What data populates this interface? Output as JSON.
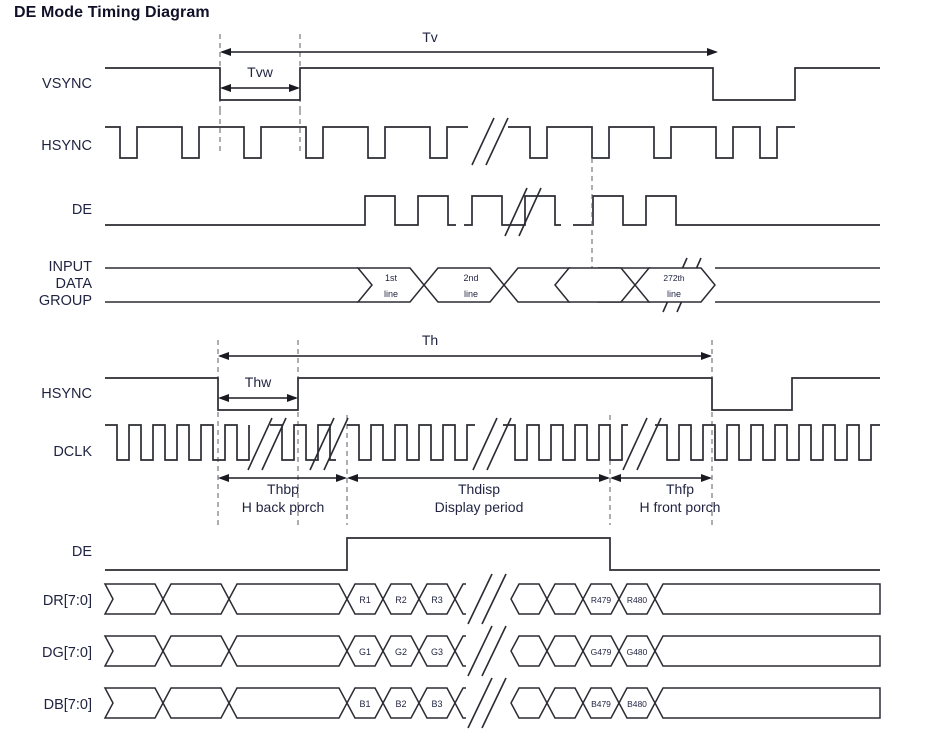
{
  "document": {
    "title": "DE Mode Timing Diagram"
  },
  "vertical_section": {
    "signals": [
      {
        "name": "VSYNC",
        "label": "VSYNC"
      },
      {
        "name": "HSYNC",
        "label": "HSYNC"
      },
      {
        "name": "DE",
        "label": "DE"
      },
      {
        "name": "INPUT_DATA_GROUP",
        "label_line1": "INPUT",
        "label_line2": "DATA",
        "label_line3": "GROUP"
      }
    ],
    "measurements": [
      {
        "name": "Tv",
        "label": "Tv"
      },
      {
        "name": "Tvw",
        "label": "Tvw"
      }
    ],
    "data_bus_labels": [
      {
        "line1": "1st",
        "line2": "line"
      },
      {
        "line1": "2nd",
        "line2": "line"
      },
      {
        "line1": "272th",
        "line2": "line"
      }
    ]
  },
  "horizontal_section": {
    "signals": [
      {
        "name": "HSYNC",
        "label": "HSYNC"
      },
      {
        "name": "DCLK",
        "label": "DCLK"
      },
      {
        "name": "DE",
        "label": "DE"
      },
      {
        "name": "DR",
        "label": "DR[7:0]"
      },
      {
        "name": "DG",
        "label": "DG[7:0]"
      },
      {
        "name": "DB",
        "label": "DB[7:0]"
      }
    ],
    "measurements": [
      {
        "name": "Th",
        "label": "Th",
        "description": ""
      },
      {
        "name": "Thw",
        "label": "Thw",
        "description": ""
      },
      {
        "name": "Thbp",
        "label": "Thbp",
        "description": "H back porch"
      },
      {
        "name": "Thdisp",
        "label": "Thdisp",
        "description": "Display period"
      },
      {
        "name": "Thfp",
        "label": "Thfp",
        "description": "H front porch"
      }
    ],
    "data_values": {
      "DR": [
        "R1",
        "R2",
        "R3",
        "R479",
        "R480"
      ],
      "DG": [
        "G1",
        "G2",
        "G3",
        "G479",
        "G480"
      ],
      "DB": [
        "B1",
        "B2",
        "B3",
        "B479",
        "B480"
      ]
    }
  },
  "colors": {
    "stroke": "#2b2b33",
    "text": "#1f2340",
    "guide": "#6b6b72",
    "background": "#ffffff"
  }
}
